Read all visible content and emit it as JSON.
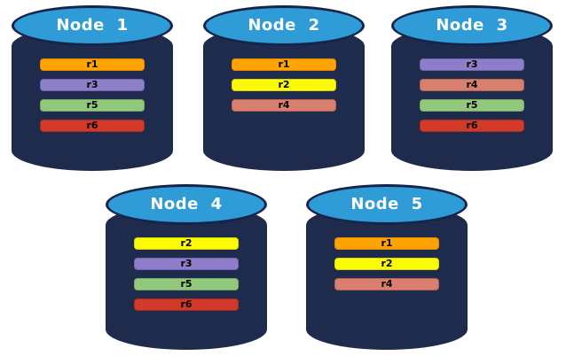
{
  "colors": {
    "page_background": "#FFFFFF",
    "cylinder_body": "#1E2B4D",
    "cylinder_top": "#2F9BD7",
    "cylinder_outline": "#14244A",
    "node_label_text": "#FFFFFF",
    "bar_text": "#000000"
  },
  "replica_styles": {
    "r1": {
      "fill": "#FFA302",
      "border": "#E08C00"
    },
    "r2": {
      "fill": "#FBFB05",
      "border": "#D9D300"
    },
    "r3": {
      "fill": "#8C7EC8",
      "border": "#7363B4"
    },
    "r4": {
      "fill": "#D8806F",
      "border": "#BE6151"
    },
    "r5": {
      "fill": "#92C87E",
      "border": "#72AD5F"
    },
    "r6": {
      "fill": "#D13928",
      "border": "#AE2B1C"
    }
  },
  "nodes": [
    {
      "label": "Node 1",
      "replicas": [
        "r1",
        "r3",
        "r5",
        "r6"
      ]
    },
    {
      "label": "Node 2",
      "replicas": [
        "r1",
        "r2",
        "r4"
      ]
    },
    {
      "label": "Node 3",
      "replicas": [
        "r3",
        "r4",
        "r5",
        "r6"
      ]
    },
    {
      "label": "Node 4",
      "replicas": [
        "r2",
        "r3",
        "r5",
        "r6"
      ]
    },
    {
      "label": "Node 5",
      "replicas": [
        "r1",
        "r2",
        "r4"
      ]
    }
  ]
}
